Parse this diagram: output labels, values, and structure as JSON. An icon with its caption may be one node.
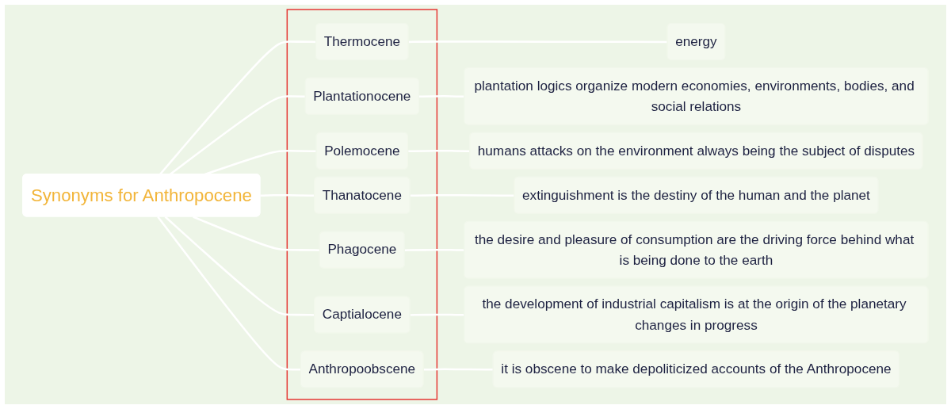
{
  "diagram": {
    "nodes": [
      {
        "text": [
          "Synonyms for Anthropocene"
        ]
      },
      {
        "text": [],
        "shape": "box"
      },
      {
        "text": [
          "Thermocene"
        ],
        "in": 1
      },
      {
        "text": [
          "energy"
        ]
      },
      {
        "text": [
          "Plantationocene"
        ],
        "in": 1
      },
      {
        "text": [
          "plantation logics organize modern economies, environments, bodies, and social relations"
        ]
      },
      {
        "text": [
          "Polemocene"
        ],
        "in": 1
      },
      {
        "text": [
          "humans attacks on the environment always being the subject of disputes"
        ]
      },
      {
        "text": [
          "Thanatocene"
        ],
        "in": 1
      },
      {
        "text": [
          "extinguishment is the destiny of the human and the planet"
        ]
      },
      {
        "text": [
          "Phagocene"
        ],
        "in": 1
      },
      {
        "text": [
          "the desire and pleasure of consumption are the driving force behind what is being done to the earth"
        ]
      },
      {
        "text": [
          "Captialocene"
        ],
        "in": 1
      },
      {
        "text": [
          "the development of industrial capitalism is at the origin of the planetary changes in progress"
        ]
      },
      {
        "text": [
          "Anthropoobscene"
        ],
        "in": 1
      },
      {
        "text": [
          "it is obscene to make depoliticized accounts of the Anthropocene"
        ]
      }
    ],
    "edges": [
      {
        "from": 0,
        "to": 2,
        "arrow": "none"
      },
      {
        "from": 0,
        "to": 4,
        "arrow": "none"
      },
      {
        "from": 0,
        "to": 6,
        "arrow": "none"
      },
      {
        "from": 0,
        "to": 8,
        "arrow": "none"
      },
      {
        "from": 0,
        "to": 10,
        "arrow": "none"
      },
      {
        "from": 0,
        "to": 12,
        "arrow": "none"
      },
      {
        "from": 0,
        "to": 14,
        "arrow": "none"
      },
      {
        "from": 2,
        "to": 3,
        "arrow": "none"
      },
      {
        "from": 4,
        "to": 5,
        "arrow": "none"
      },
      {
        "from": 6,
        "to": 7,
        "arrow": "none"
      },
      {
        "from": 8,
        "to": 9,
        "arrow": "none"
      },
      {
        "from": 10,
        "to": 11,
        "arrow": "none"
      },
      {
        "from": 12,
        "to": 13,
        "arrow": "none"
      },
      {
        "from": 14,
        "to": 15,
        "arrow": "none"
      }
    ]
  }
}
